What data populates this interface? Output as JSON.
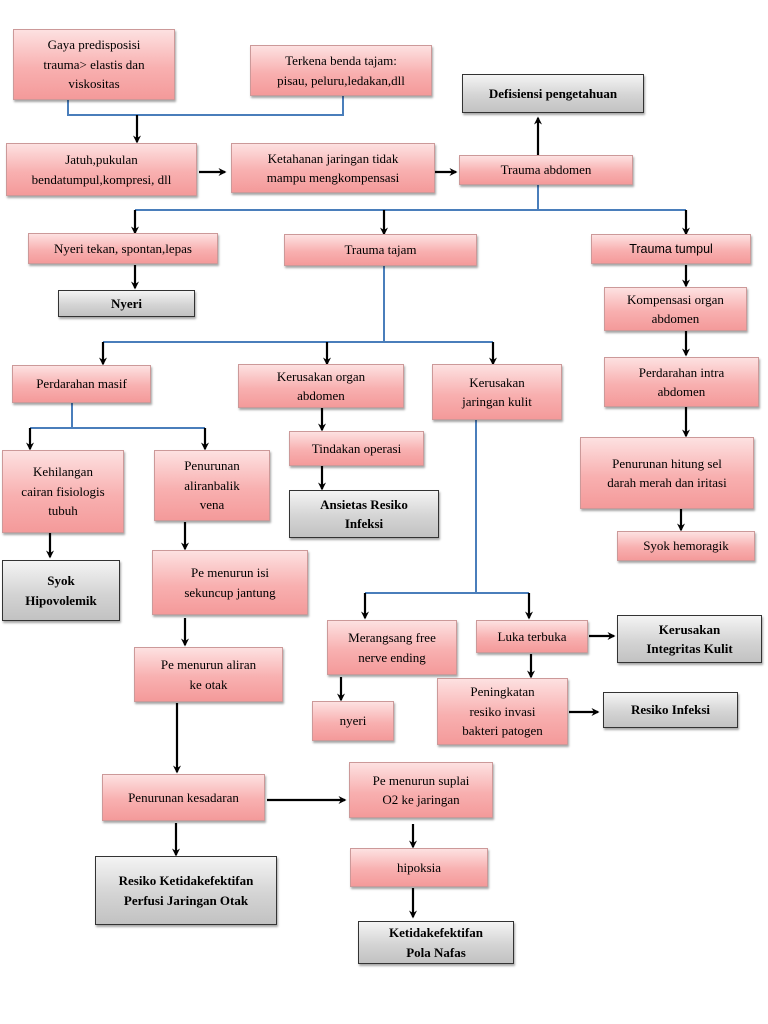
{
  "nodes": [
    {
      "id": "gaya",
      "text": "Gaya predisposisi\ntrauma> elastis dan\nviskositas",
      "style": "pink"
    },
    {
      "id": "terkena",
      "text": "Terkena benda tajam:\npisau, peluru,ledakan,dll",
      "style": "pink"
    },
    {
      "id": "defisiensi",
      "text": "Defisiensi pengetahuan",
      "style": "gray"
    },
    {
      "id": "jatuh",
      "text": "Jatuh,pukulan\nbendatumpul,kompresi, dll",
      "style": "pink"
    },
    {
      "id": "ketahanan",
      "text": "Ketahanan jaringan tidak\nmampu mengkompensasi",
      "style": "pink"
    },
    {
      "id": "trauma_abdomen",
      "text": "Trauma abdomen",
      "style": "pink"
    },
    {
      "id": "nyeri_tekan",
      "text": "Nyeri tekan, spontan,lepas",
      "style": "pink"
    },
    {
      "id": "trauma_tajam",
      "text": "Trauma tajam",
      "style": "pink"
    },
    {
      "id": "trauma_tumpul",
      "text": "Trauma tumpul",
      "style": "pink"
    },
    {
      "id": "nyeri",
      "text": "Nyeri",
      "style": "gray"
    },
    {
      "id": "kompensasi",
      "text": "Kompensasi organ\nabdomen",
      "style": "pink"
    },
    {
      "id": "perdarahan_masif",
      "text": "Perdarahan masif",
      "style": "pink"
    },
    {
      "id": "kerusakan_organ",
      "text": "Kerusakan organ\nabdomen",
      "style": "pink"
    },
    {
      "id": "kerusakan_kulit",
      "text": "Kerusakan\njaringan kulit",
      "style": "pink"
    },
    {
      "id": "perdarahan_intra",
      "text": "Perdarahan intra\nabdomen",
      "style": "pink"
    },
    {
      "id": "tindakan",
      "text": "Tindakan operasi",
      "style": "pink"
    },
    {
      "id": "kehilangan",
      "text": "Kehilangan\ncairan fisiologis\ntubuh",
      "style": "pink"
    },
    {
      "id": "penurunan_aliran",
      "text": "Penurunan\naliranbalik\nvena",
      "style": "pink"
    },
    {
      "id": "penurunan_hitung",
      "text": "Penurunan hitung sel\ndarah merah dan iritasi",
      "style": "pink"
    },
    {
      "id": "ansietas",
      "text": "Ansietas Resiko\nInfeksi",
      "style": "gray"
    },
    {
      "id": "syok_hemoragik",
      "text": "Syok hemoragik",
      "style": "pink"
    },
    {
      "id": "syok_hipo",
      "text": "Syok\nHipovolemik",
      "style": "gray"
    },
    {
      "id": "sekuncup",
      "text": "Pe menurun isi\nsekuncup jantung",
      "style": "pink"
    },
    {
      "id": "merangsang",
      "text": "Merangsang   free\nnerve ending",
      "style": "pink"
    },
    {
      "id": "luka",
      "text": "Luka terbuka",
      "style": "pink"
    },
    {
      "id": "kerusakan_integritas",
      "text": "Kerusakan\nIntegritas Kulit",
      "style": "gray"
    },
    {
      "id": "aliran_otak",
      "text": "Pe menurun aliran\nke otak",
      "style": "pink"
    },
    {
      "id": "peningkatan",
      "text": "Peningkatan\nresiko invasi\nbakteri patogen",
      "style": "pink"
    },
    {
      "id": "resiko_infeksi",
      "text": "Resiko Infeksi",
      "style": "gray"
    },
    {
      "id": "nyeri2",
      "text": "nyeri",
      "style": "pink"
    },
    {
      "id": "penurunan_kesadaran",
      "text": "Penurunan kesadaran",
      "style": "pink"
    },
    {
      "id": "suplai",
      "text": "Pe menurun suplai\nO2 ke jaringan",
      "style": "pink"
    },
    {
      "id": "hipoksia",
      "text": "hipoksia",
      "style": "pink"
    },
    {
      "id": "resiko_ketidak",
      "text": "Resiko Ketidakefektifan\nPerfusi Jaringan Otak",
      "style": "gray"
    },
    {
      "id": "ketidak_pola",
      "text": "Ketidakefektifan\nPola Nafas",
      "style": "gray"
    }
  ],
  "colors": {
    "connector": "#4a7ebb",
    "arrow": "#000000"
  }
}
